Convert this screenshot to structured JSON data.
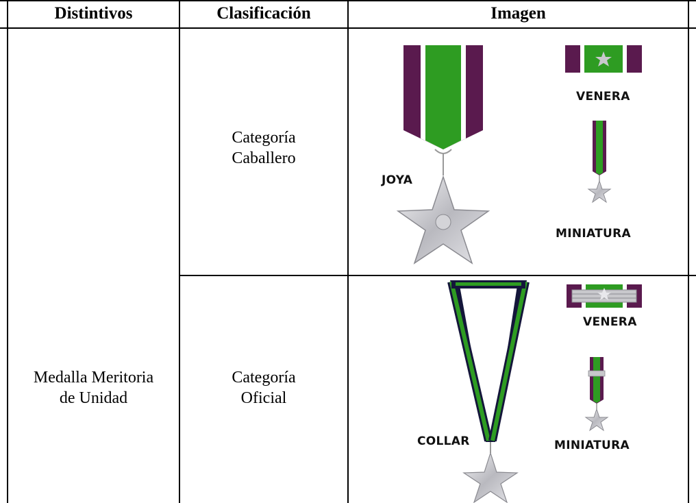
{
  "table": {
    "headers": [
      "Distintivos",
      "Clasificación",
      "Imagen"
    ],
    "distintivo": [
      "Medalla Meritoria",
      "de Unidad"
    ],
    "rows": [
      {
        "clasificacion": [
          "Categoría",
          "Caballero"
        ],
        "labels": {
          "main": "JOYA",
          "ribbon": "VENERA",
          "mini": "MINIATURA"
        }
      },
      {
        "clasificacion": [
          "Categoría",
          "Oficial"
        ],
        "labels": {
          "main": "COLLAR",
          "ribbon": "VENERA",
          "mini": "MINIATURA"
        }
      }
    ]
  },
  "colors": {
    "ribbon_purple": "#5a1a4e",
    "ribbon_green": "#2e9c22",
    "ribbon_navy": "#14163a",
    "silver": "#c8c8cc"
  }
}
